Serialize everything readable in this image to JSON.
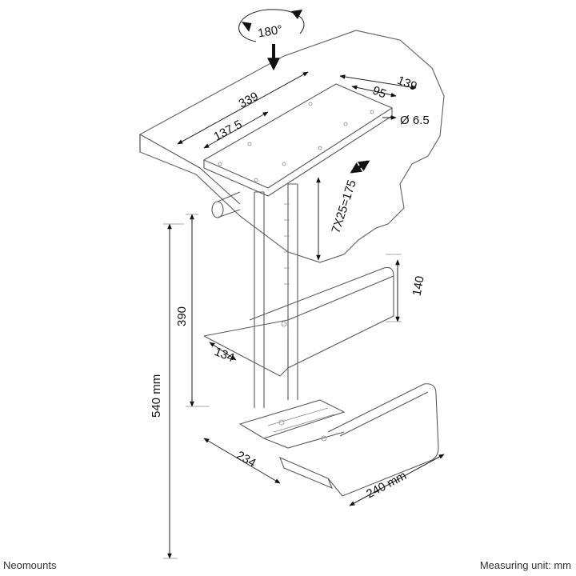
{
  "rotation_label": "180°",
  "dimensions": {
    "width_339": "339",
    "width_137_5": "137.5",
    "d_139": "139",
    "d_95": "95",
    "hole_6_5": "Ø 6.5",
    "pitch": "7X25=175",
    "h_140": "140",
    "h_390": "390",
    "d_134": "134",
    "h_540": "540 mm",
    "d_234": "234",
    "w_240": "240 mm"
  },
  "footer": {
    "brand": "Neomounts",
    "unit": "Measuring unit: mm"
  }
}
